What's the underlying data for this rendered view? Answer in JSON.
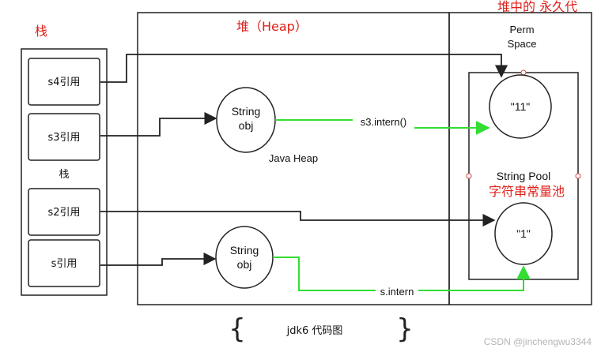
{
  "labels": {
    "stack_title": "栈",
    "heap_title": "堆（Heap）",
    "perm_title": "堆中的 永久代",
    "perm_space_1": "Perm",
    "perm_space_2": "Space",
    "stack_middle": "栈",
    "java_heap": "Java Heap",
    "string_pool": "String Pool",
    "string_pool_cn": "字符串常量池",
    "caption": "jdk6 代码图",
    "watermark": "CSDN @jinchengwu3344"
  },
  "stack_refs": [
    "s4引用",
    "s3引用",
    "s2引用",
    "s引用"
  ],
  "heap_objects": [
    {
      "line1": "String",
      "line2": "obj"
    },
    {
      "line1": "String",
      "line2": "obj"
    }
  ],
  "pool_entries": [
    "\"11\"",
    "\"1\""
  ],
  "edge_labels": {
    "s3_intern": "s3.intern()",
    "s_intern": "s.intern"
  },
  "colors": {
    "arrow_black": "#222222",
    "arrow_green": "#33dd33",
    "title_red": "#e0201a",
    "watermark_gray": "#b5b5b5"
  }
}
